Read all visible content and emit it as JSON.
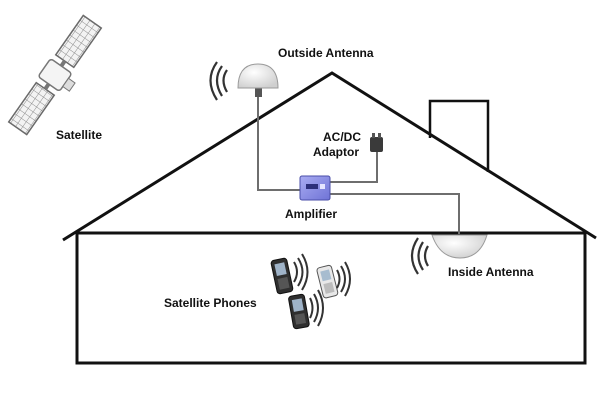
{
  "labels": {
    "satellite": "Satellite",
    "outside_antenna": "Outside Antenna",
    "adaptor_line1": "AC/DC",
    "adaptor_line2": "Adaptor",
    "amplifier": "Amplifier",
    "inside_antenna": "Inside Antenna",
    "satellite_phones": "Satellite Phones"
  },
  "colors": {
    "house_outline": "#111111",
    "cable": "#6e6e6e",
    "amplifier_body": "#8f93e6",
    "antenna_dome": "#e9e9e9",
    "adaptor": "#333333",
    "satellite_panel": "#9a9a9a"
  },
  "icons": {
    "satellite": "satellite-icon",
    "outside_antenna": "dome-antenna-icon",
    "inside_antenna": "ceiling-antenna-icon",
    "amplifier": "amplifier-box-icon",
    "adaptor": "power-adaptor-icon",
    "phones": "mobile-phone-icon",
    "signal": "signal-waves-icon"
  }
}
